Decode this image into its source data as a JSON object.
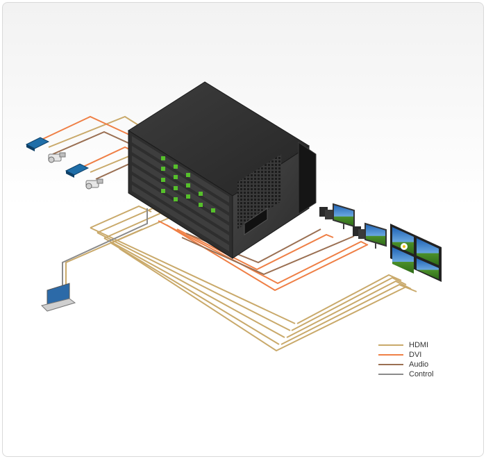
{
  "colors": {
    "hdmi": "#c9a96a",
    "dvi": "#ef7f45",
    "audio": "#9a6f52",
    "control": "#8a8a8a"
  },
  "legend": [
    {
      "label": "HDMI",
      "color": "#c9a96a"
    },
    {
      "label": "DVI",
      "color": "#ef7f45"
    },
    {
      "label": "Audio",
      "color": "#9a6f52"
    },
    {
      "label": "Control",
      "color": "#8a8a8a"
    }
  ]
}
